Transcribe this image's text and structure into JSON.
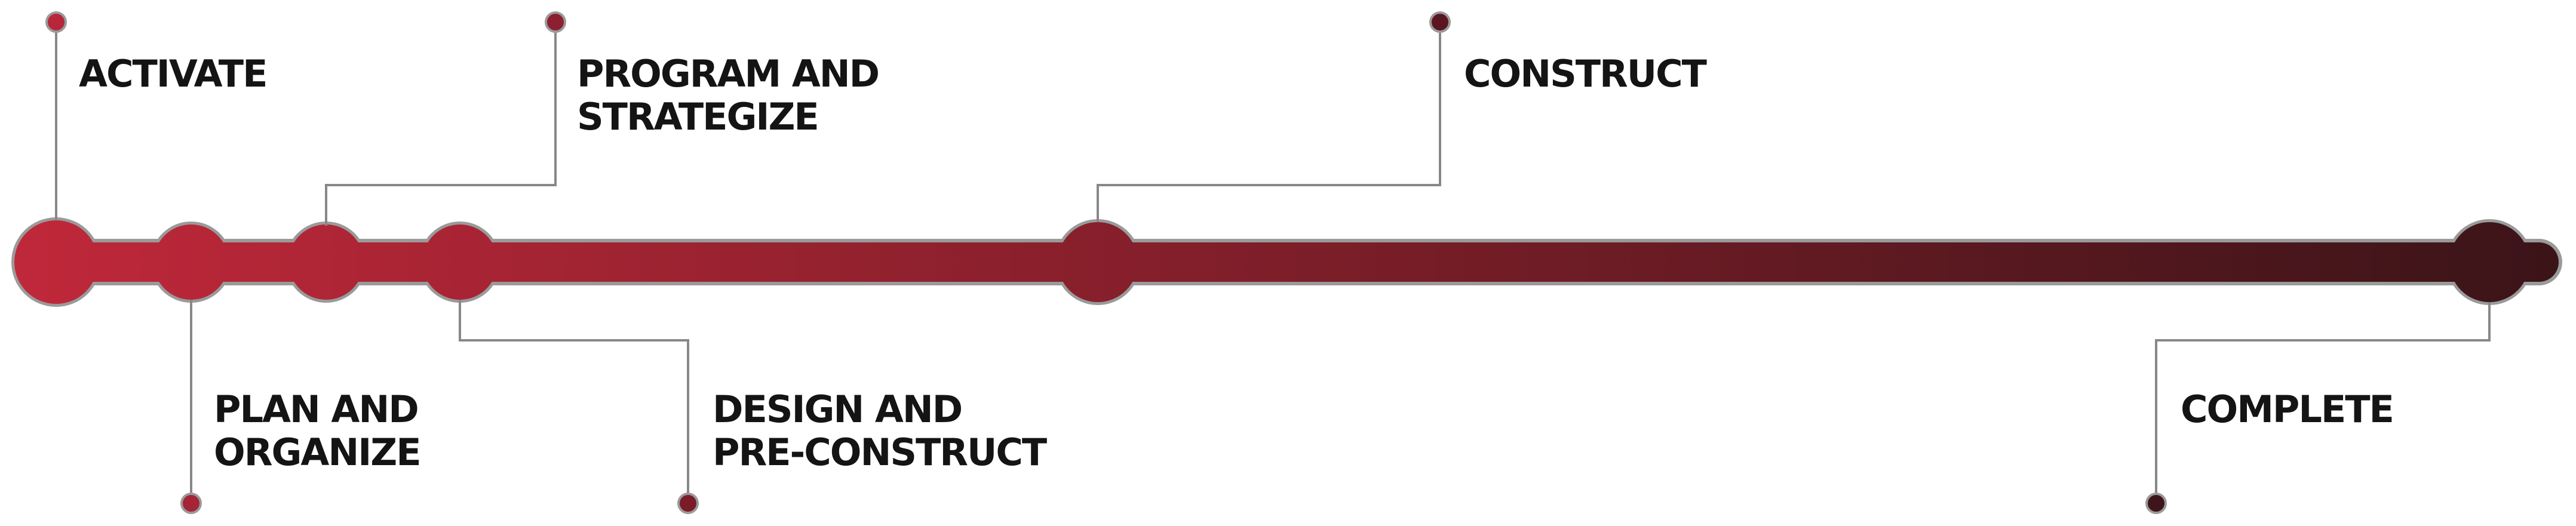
{
  "colors": {
    "track_start": "#c0283a",
    "track_end": "#3a1418",
    "leader": "#888888",
    "text": "#141414"
  },
  "milestones": [
    {
      "id": "activate",
      "lines": [
        "ACTIVATE"
      ]
    },
    {
      "id": "plan",
      "lines": [
        "PLAN AND",
        "ORGANIZE"
      ]
    },
    {
      "id": "program",
      "lines": [
        "PROGRAM AND",
        "STRATEGIZE"
      ]
    },
    {
      "id": "design",
      "lines": [
        "DESIGN AND",
        "PRE-CONSTRUCT"
      ]
    },
    {
      "id": "construct",
      "lines": [
        "CONSTRUCT"
      ]
    },
    {
      "id": "complete",
      "lines": [
        "COMPLETE"
      ]
    }
  ]
}
